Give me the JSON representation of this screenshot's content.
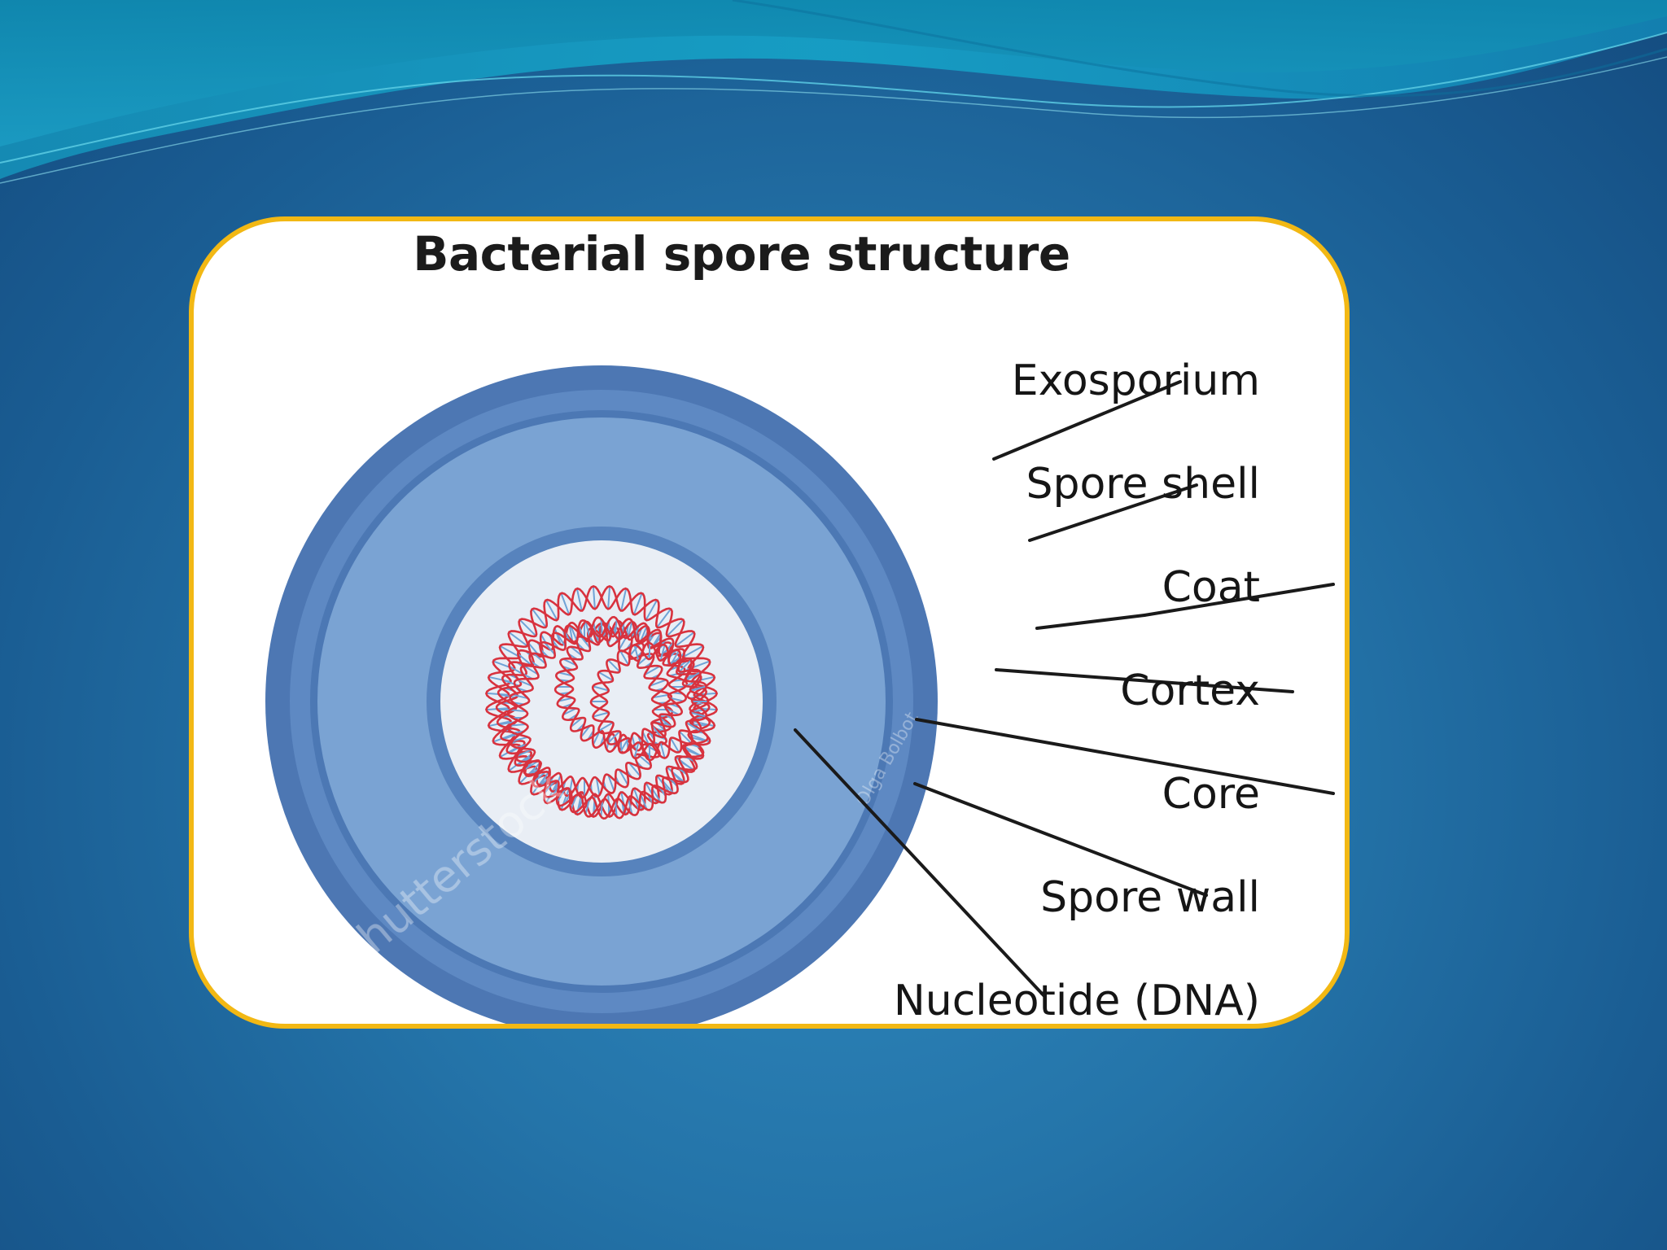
{
  "slide": {
    "background_color": "#2474a9",
    "frame_color": "#f2b814"
  },
  "diagram": {
    "title": "Bacterial spore structure",
    "labels": {
      "exosporium": "Exosporium",
      "spore_shell": "Spore shell",
      "coat": "Coat",
      "cortex": "Cortex",
      "core": "Core",
      "spore_wall": "Spore wall",
      "nucleotide": "Nucleotide (DNA)"
    },
    "colors": {
      "outer_ring": "#4d77b3",
      "middle_ring": "#6f99cd",
      "inner_ring": "#4f7bb6",
      "core_fill": "#e8edf4",
      "dna_red": "#d8323e",
      "dna_blue": "#6fa3d6"
    },
    "watermarks": [
      "shutterstock",
      "Olga Bolbot"
    ]
  }
}
